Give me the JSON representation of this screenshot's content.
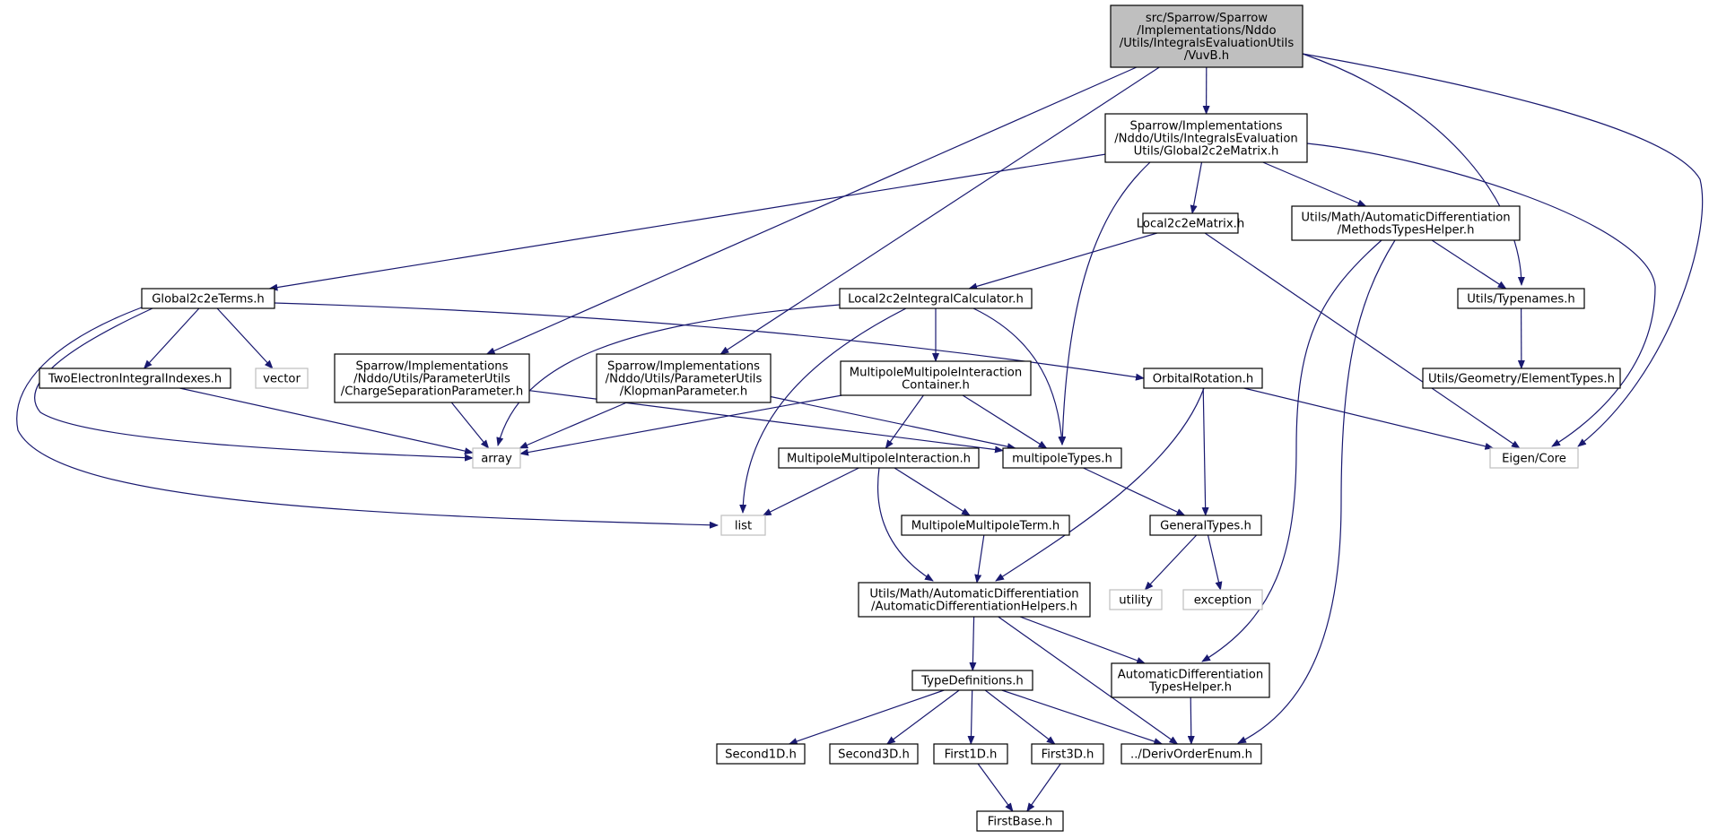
{
  "colors": {
    "edge": "#191970",
    "node_border": "#000000",
    "external_border": "#bfbfbf",
    "root_fill": "#bfbfbf",
    "node_fill": "#ffffff"
  },
  "nodes": {
    "root": {
      "lines": [
        "src/Sparrow/Sparrow",
        "/Implementations/Nddo",
        "/Utils/IntegralsEvaluationUtils",
        "/VuvB.h"
      ],
      "kind": "root"
    },
    "global_matrix": {
      "lines": [
        "Sparrow/Implementations",
        "/Nddo/Utils/IntegralsEvaluation",
        "Utils/Global2c2eMatrix.h"
      ],
      "kind": "file"
    },
    "global_terms": {
      "lines": [
        "Global2c2eTerms.h"
      ],
      "kind": "file"
    },
    "local_matrix": {
      "lines": [
        "Local2c2eMatrix.h"
      ],
      "kind": "file"
    },
    "methods_helper": {
      "lines": [
        "Utils/Math/AutomaticDifferentiation",
        "/MethodsTypesHelper.h"
      ],
      "kind": "file"
    },
    "typenames": {
      "lines": [
        "Utils/Typenames.h"
      ],
      "kind": "file"
    },
    "local_calc": {
      "lines": [
        "Local2c2eIntegralCalculator.h"
      ],
      "kind": "file"
    },
    "two_electron": {
      "lines": [
        "TwoElectronIntegralIndexes.h"
      ],
      "kind": "file"
    },
    "vector": {
      "lines": [
        "vector"
      ],
      "kind": "external"
    },
    "charge_sep": {
      "lines": [
        "Sparrow/Implementations",
        "/Nddo/Utils/ParameterUtils",
        "/ChargeSeparationParameter.h"
      ],
      "kind": "file"
    },
    "klopman": {
      "lines": [
        "Sparrow/Implementations",
        "/Nddo/Utils/ParameterUtils",
        "/KlopmanParameter.h"
      ],
      "kind": "file"
    },
    "mm_container": {
      "lines": [
        "MultipoleMultipoleInteraction",
        "Container.h"
      ],
      "kind": "file"
    },
    "orbital_rotation": {
      "lines": [
        "OrbitalRotation.h"
      ],
      "kind": "file"
    },
    "element_types": {
      "lines": [
        "Utils/Geometry/ElementTypes.h"
      ],
      "kind": "file"
    },
    "array": {
      "lines": [
        "array"
      ],
      "kind": "external"
    },
    "multipole_types": {
      "lines": [
        "multipoleTypes.h"
      ],
      "kind": "file"
    },
    "eigen_core": {
      "lines": [
        "Eigen/Core"
      ],
      "kind": "external"
    },
    "mm_interaction": {
      "lines": [
        "MultipoleMultipoleInteraction.h"
      ],
      "kind": "file"
    },
    "list": {
      "lines": [
        "list"
      ],
      "kind": "external"
    },
    "mm_term": {
      "lines": [
        "MultipoleMultipoleTerm.h"
      ],
      "kind": "file"
    },
    "general_types": {
      "lines": [
        "GeneralTypes.h"
      ],
      "kind": "file"
    },
    "ad_helpers": {
      "lines": [
        "Utils/Math/AutomaticDifferentiation",
        "/AutomaticDifferentiationHelpers.h"
      ],
      "kind": "file"
    },
    "utility": {
      "lines": [
        "utility"
      ],
      "kind": "external"
    },
    "exception": {
      "lines": [
        "exception"
      ],
      "kind": "external"
    },
    "type_defs": {
      "lines": [
        "TypeDefinitions.h"
      ],
      "kind": "file"
    },
    "ad_types_helper": {
      "lines": [
        "AutomaticDifferentiation",
        "TypesHelper.h"
      ],
      "kind": "file"
    },
    "second1d": {
      "lines": [
        "Second1D.h"
      ],
      "kind": "file"
    },
    "second3d": {
      "lines": [
        "Second3D.h"
      ],
      "kind": "file"
    },
    "first1d": {
      "lines": [
        "First1D.h"
      ],
      "kind": "file"
    },
    "first3d": {
      "lines": [
        "First3D.h"
      ],
      "kind": "file"
    },
    "deriv_order": {
      "lines": [
        "../DerivOrderEnum.h"
      ],
      "kind": "file"
    },
    "first_base": {
      "lines": [
        "FirstBase.h"
      ],
      "kind": "file"
    }
  },
  "edges": [
    [
      "root",
      "global_matrix"
    ],
    [
      "root",
      "charge_sep"
    ],
    [
      "root",
      "klopman"
    ],
    [
      "root",
      "typenames"
    ],
    [
      "root",
      "eigen_core"
    ],
    [
      "global_matrix",
      "global_terms"
    ],
    [
      "global_matrix",
      "local_matrix"
    ],
    [
      "global_matrix",
      "methods_helper"
    ],
    [
      "global_matrix",
      "multipole_types"
    ],
    [
      "global_matrix",
      "eigen_core"
    ],
    [
      "global_terms",
      "two_electron"
    ],
    [
      "global_terms",
      "vector"
    ],
    [
      "global_terms",
      "array"
    ],
    [
      "global_terms",
      "list"
    ],
    [
      "global_terms",
      "orbital_rotation"
    ],
    [
      "local_matrix",
      "local_calc"
    ],
    [
      "local_matrix",
      "eigen_core"
    ],
    [
      "methods_helper",
      "typenames"
    ],
    [
      "methods_helper",
      "ad_types_helper"
    ],
    [
      "methods_helper",
      "deriv_order"
    ],
    [
      "typenames",
      "element_types"
    ],
    [
      "local_calc",
      "mm_container"
    ],
    [
      "local_calc",
      "array"
    ],
    [
      "local_calc",
      "list"
    ],
    [
      "local_calc",
      "multipole_types"
    ],
    [
      "two_electron",
      "array"
    ],
    [
      "charge_sep",
      "array"
    ],
    [
      "charge_sep",
      "multipole_types"
    ],
    [
      "klopman",
      "array"
    ],
    [
      "klopman",
      "multipole_types"
    ],
    [
      "mm_container",
      "array"
    ],
    [
      "mm_container",
      "mm_interaction"
    ],
    [
      "mm_container",
      "multipole_types"
    ],
    [
      "orbital_rotation",
      "general_types"
    ],
    [
      "orbital_rotation",
      "ad_helpers"
    ],
    [
      "orbital_rotation",
      "eigen_core"
    ],
    [
      "multipole_types",
      "general_types"
    ],
    [
      "mm_interaction",
      "list"
    ],
    [
      "mm_interaction",
      "mm_term"
    ],
    [
      "mm_interaction",
      "ad_helpers"
    ],
    [
      "mm_term",
      "ad_helpers"
    ],
    [
      "general_types",
      "utility"
    ],
    [
      "general_types",
      "exception"
    ],
    [
      "ad_helpers",
      "type_defs"
    ],
    [
      "ad_helpers",
      "ad_types_helper"
    ],
    [
      "ad_helpers",
      "deriv_order"
    ],
    [
      "type_defs",
      "second1d"
    ],
    [
      "type_defs",
      "second3d"
    ],
    [
      "type_defs",
      "first1d"
    ],
    [
      "type_defs",
      "first3d"
    ],
    [
      "type_defs",
      "deriv_order"
    ],
    [
      "ad_types_helper",
      "deriv_order"
    ],
    [
      "first1d",
      "first_base"
    ],
    [
      "first3d",
      "first_base"
    ]
  ]
}
